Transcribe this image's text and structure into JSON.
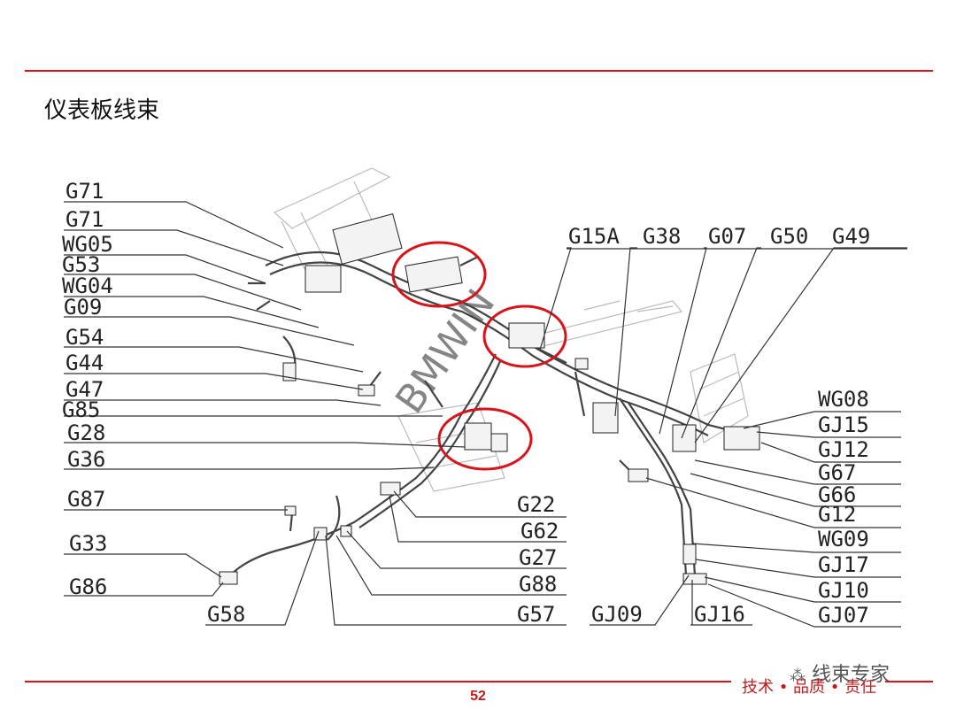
{
  "page": {
    "title": "仪表板线束",
    "page_number": "52",
    "footer_motto": "技术 • 品质 • 责任",
    "watermark_account": "线束专家",
    "diagonal_watermark": "BMWIN"
  },
  "colors": {
    "rule": "#d8141b",
    "highlight_circle": "#d8141b",
    "page_number": "#c41a1a"
  },
  "labels": {
    "left": [
      "G71",
      "G71",
      "WG05",
      "G53",
      "WG04",
      "G09",
      "G54",
      "G44",
      "G47",
      "G85",
      "G28",
      "G36",
      "G87",
      "G33",
      "G86",
      "G58"
    ],
    "top": [
      "G15A",
      "G38",
      "G07",
      "G50",
      "G49"
    ],
    "right": [
      "WG08",
      "GJ15",
      "GJ12",
      "G67",
      "G66",
      "G12",
      "WG09",
      "GJ17",
      "GJ10",
      "GJ07"
    ],
    "bottom_center": [
      "G22",
      "G62",
      "G27",
      "G88",
      "G57"
    ],
    "bottom_right": [
      "GJ09",
      "GJ16"
    ]
  },
  "highlight_circles": 3
}
